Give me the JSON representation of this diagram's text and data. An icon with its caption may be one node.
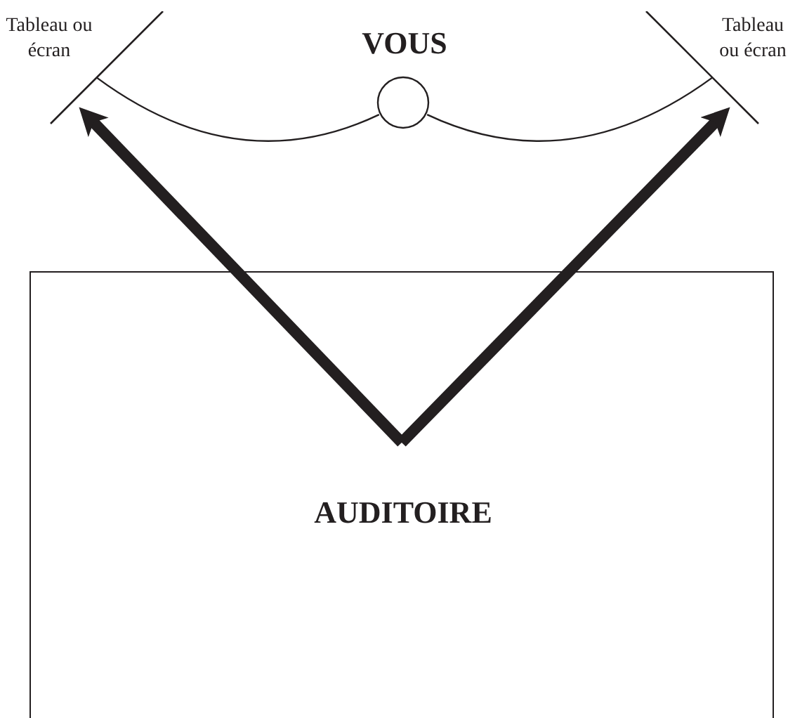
{
  "diagram": {
    "nodes": [
      {
        "text": [
          "Tableau ou écran"
        ]
      },
      {
        "text": [],
        "shape": "circle",
        "beside": [
          "VOUS"
        ]
      },
      {
        "text": [
          "Tableau ou écran"
        ]
      },
      {
        "text": [
          "AUDITOIRE"
        ]
      }
    ],
    "edges": [
      {
        "from": 1,
        "to": 0,
        "arrow": "none"
      },
      {
        "from": 1,
        "to": 2,
        "arrow": "none"
      },
      {
        "from": 3,
        "to": 0,
        "arrow": "to",
        "style": "thick"
      },
      {
        "from": 3,
        "to": 2,
        "arrow": "to",
        "style": "thick"
      }
    ]
  }
}
